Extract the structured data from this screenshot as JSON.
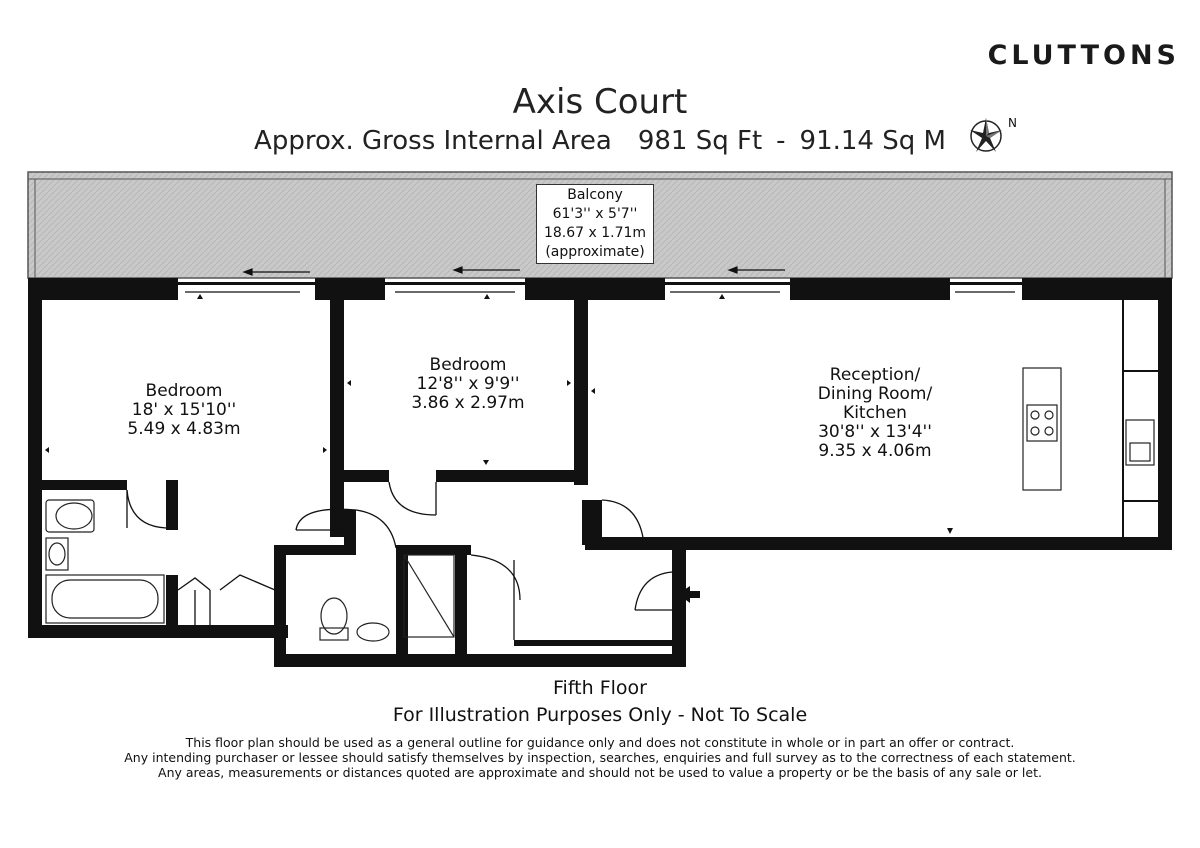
{
  "brand": "CLUTTONS",
  "title": "Axis Court",
  "subtitle": {
    "area_label": "Approx. Gross Internal Area",
    "sq_ft": "981 Sq Ft",
    "separator": "-",
    "sq_m": "91.14 Sq M"
  },
  "compass": {
    "label": "N",
    "icon": "compass-rose-icon"
  },
  "balcony": {
    "name": "Balcony",
    "imperial": "61'3'' x 5'7''",
    "metric": "18.67 x 1.71m",
    "note": "(approximate)"
  },
  "rooms": [
    {
      "name": "Bedroom",
      "imperial": "18' x 15'10''",
      "metric": "5.49 x 4.83m"
    },
    {
      "name": "Bedroom",
      "imperial": "12'8'' x 9'9''",
      "metric": "3.86 x 2.97m"
    },
    {
      "name_lines": [
        "Reception/",
        "Dining Room/",
        "Kitchen"
      ],
      "imperial": "30'8'' x 13'4''",
      "metric": "9.35 x 4.06m"
    }
  ],
  "floor_name": "Fifth Floor",
  "scale_note": "For Illustration Purposes Only - Not To Scale",
  "disclaimer": [
    "This floor plan should be used as a general outline for guidance only and does not constitute in whole or in part an offer or contract.",
    "Any intending purchaser or lessee should satisfy themselves by inspection, searches, enquiries and full survey as to the correctness of each statement.",
    "Any areas, measurements or distances quoted are approximate and should not be used to value a property or be the basis of any sale or let."
  ],
  "colors": {
    "walls": "#111111",
    "balcony_fill": "#c9c9c9",
    "background": "#ffffff"
  }
}
